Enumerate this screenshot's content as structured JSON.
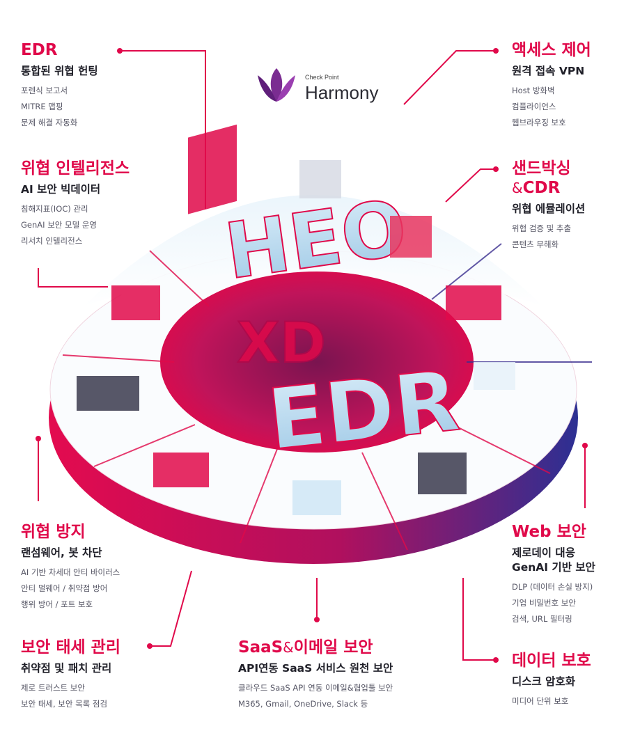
{
  "brand": {
    "top": "Check Point",
    "name": "Harmony"
  },
  "center": {
    "words": [
      "XDR",
      "EDR"
    ]
  },
  "sections": {
    "edr": {
      "title": "EDR",
      "subtitle": "통합된 위협 헌팅",
      "items": [
        "포렌식 보고서",
        "MITRE 맵핑",
        "문제 해결 자동화"
      ]
    },
    "threat_intel": {
      "title": "위협 인텔리전스",
      "subtitle": "AI 보안 빅데이터",
      "items": [
        "침해지표(IOC) 관리",
        "GenAI 보안 모델 운영",
        "리서치 인텔리전스"
      ]
    },
    "access": {
      "title": "액세스 제어",
      "subtitle": "원격 접속 VPN",
      "items": [
        "Host 방화벽",
        "컴플라이언스",
        "웹브라우징 보호"
      ]
    },
    "sandbox": {
      "title_a": "샌드박싱",
      "title_amp": "&",
      "title_b": "CDR",
      "subtitle": "위협 에뮬레이션",
      "items": [
        "위협 검증 및 추출",
        "콘텐츠 무해화"
      ]
    },
    "threat_prev": {
      "title": "위협 방지",
      "subtitle": "랜섬웨어, 봇 차단",
      "items": [
        "AI 기반 차세대 안티 바이러스",
        "안티 멀웨어 / 취약점 방어",
        "행위 방어 / 포트 보호"
      ]
    },
    "posture": {
      "title": "보안 태세 관리",
      "subtitle": "취약점 및 패치 관리",
      "items": [
        "제로 트러스트 보안",
        "보안 태세, 보안 목록 점검"
      ]
    },
    "saas": {
      "title_a": "SaaS",
      "title_amp": "&",
      "title_b": "이메일 보안",
      "subtitle": "API연동 SaaS 서비스 원천 보안",
      "items": [
        "클라우드 SaaS API 연동 이메일&협업툴 보안",
        "M365, Gmail, OneDrive, Slack 등"
      ]
    },
    "web": {
      "title": "Web 보안",
      "subtitle": "제로데이 대응\nGenAI 기반 보안",
      "items": [
        "DLP (데이터 손실  방지)",
        "기업 비밀번호 보안",
        "검색, URL 필터링"
      ]
    },
    "data": {
      "title": "데이터 보호",
      "subtitle": "디스크 암호화",
      "items": [
        "미디어 단위 보호"
      ]
    }
  },
  "colors": {
    "accent": "#e0094a",
    "dark": "#1f1f28",
    "purple": "#6a1e8c",
    "navy": "#2e2f8f",
    "ice": "#cfe6f6"
  }
}
